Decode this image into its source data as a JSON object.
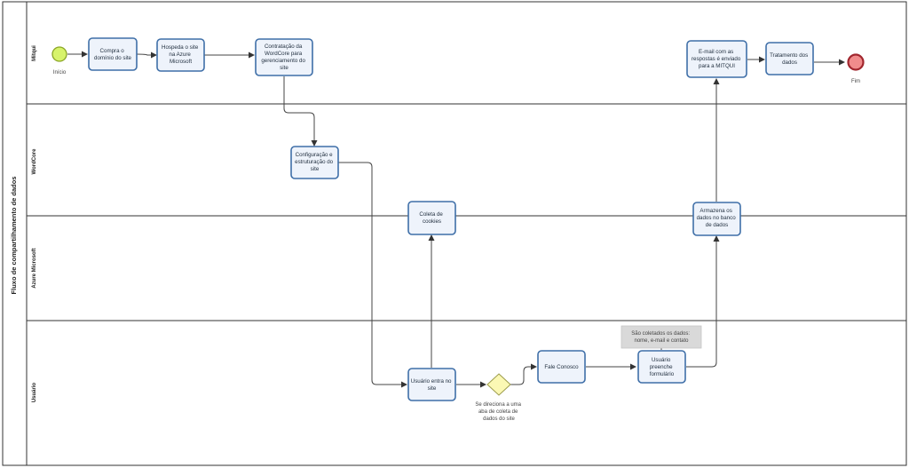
{
  "pool": {
    "title": "Fluxo de compartilhamento de dados"
  },
  "lanes": [
    {
      "id": "mitqui",
      "label": "Mitqui"
    },
    {
      "id": "wordcore",
      "label": "WordCore"
    },
    {
      "id": "azure",
      "label": "Azure Microsoft"
    },
    {
      "id": "usuarios",
      "label": "Usuário"
    }
  ],
  "events": {
    "start": {
      "label": "Início"
    },
    "end": {
      "label": "Fim"
    }
  },
  "tasks": [
    {
      "id": "t1",
      "lines": [
        "Compra o",
        "domínio do site"
      ]
    },
    {
      "id": "t2",
      "lines": [
        "Hospeda o site",
        "na Azure",
        "Microsoft"
      ]
    },
    {
      "id": "t3",
      "lines": [
        "Contratação da",
        "WordCore  para",
        "gerenciamento do",
        "site"
      ]
    },
    {
      "id": "t4",
      "lines": [
        "Configuração e",
        "estruturação do",
        "site"
      ]
    },
    {
      "id": "t5",
      "lines": [
        "Coleta de",
        "cookies"
      ]
    },
    {
      "id": "t6",
      "lines": [
        "Armazena os",
        "dados no banco",
        "de dados"
      ]
    },
    {
      "id": "t7",
      "lines": [
        "E-mail com as",
        "respostas é enviado",
        "para a MITQUI"
      ]
    },
    {
      "id": "t8",
      "lines": [
        "Tratamento dos",
        "dados"
      ]
    },
    {
      "id": "t9",
      "lines": [
        "Usuário entra no",
        "site"
      ]
    },
    {
      "id": "t10",
      "lines": [
        "Fale Conosco"
      ]
    },
    {
      "id": "t11",
      "lines": [
        "Usuário",
        "preenche",
        "formulário"
      ]
    }
  ],
  "gateway": {
    "lines": [
      "Se direciona a uma",
      "aba de coleta de",
      "dados do site"
    ]
  },
  "annotation": {
    "lines": [
      "São coletados os dados:",
      "nome, e-mail e contato"
    ]
  }
}
